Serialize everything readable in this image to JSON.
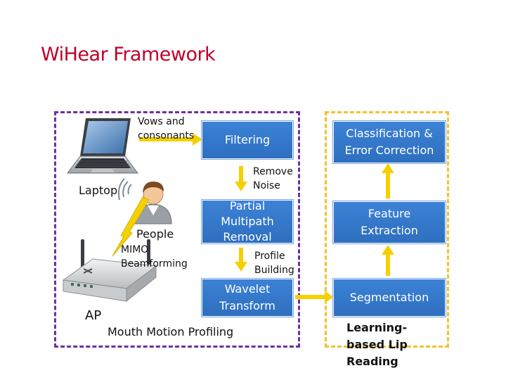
{
  "title": "WiHear Framework",
  "colors": {
    "title": "#c0002a",
    "purple_frame": "#7030a0",
    "gold_frame": "#f2c22e",
    "box": "#3c82d6",
    "arrow": "#f5d000"
  },
  "devices": {
    "laptop": "Laptop",
    "people": "People",
    "ap": "AP"
  },
  "labels": {
    "vows": "Vows and consonants",
    "mimo": "MIMO Beamforming",
    "remove_noise": "Remove Noise",
    "profile_building": "Profile Building",
    "mouth_motion": "Mouth Motion Profiling",
    "lip_reading": "Learning-based Lip Reading"
  },
  "boxes": {
    "filtering": "Filtering",
    "partial_multipath": "Partial Multipath Removal",
    "wavelet": "Wavelet Transform",
    "classification": "Classification & Error Correction",
    "feature": "Feature Extraction",
    "segmentation": "Segmentation"
  }
}
